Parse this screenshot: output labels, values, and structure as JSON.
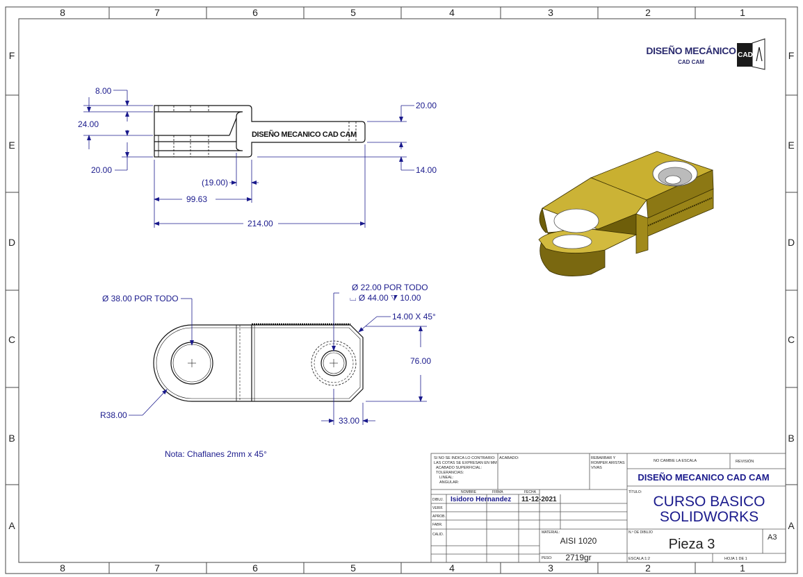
{
  "border": {
    "columns": [
      "8",
      "7",
      "6",
      "5",
      "4",
      "3",
      "2",
      "1"
    ],
    "rows": [
      "F",
      "E",
      "D",
      "C",
      "B",
      "A"
    ]
  },
  "logo": {
    "title": "DISEÑO MECÁNICO",
    "subtitle": "CAD CAM",
    "badge": "CAD"
  },
  "engraving": "DISEÑO MECANICO CAD CAM",
  "front_view": {
    "dim_8": "8.00",
    "dim_24": "24.00",
    "dim_20_left": "20.00",
    "dim_20_right": "20.00",
    "dim_14": "14.00",
    "dim_19": "(19.00)",
    "dim_9963": "99.63",
    "dim_214": "214.00"
  },
  "top_view": {
    "hole_large": "Ø 38.00 POR TODO",
    "hole_small": "Ø 22.00 POR TODO",
    "counterbore": "⌴ Ø 44.00 ⧩ 10.00",
    "chamfer": "14.00 X 45°",
    "dim_76": "76.00",
    "radius": "R38.00",
    "dim_33": "33.00"
  },
  "note": "Nota: Chaflanes 2mm x 45°",
  "title_block": {
    "general_note_lines": [
      "SI NO SE INDICA LO CONTRARIO:",
      "LAS COTAS SE EXPRESAN EN MM",
      "ACABADO SUPERFICIAL:",
      "TOLERANCIAS:",
      "LINEAL:",
      "ANGULAR:"
    ],
    "acabado_label": "ACABADO:",
    "rebarbar_lines": [
      "REBARBAR Y",
      "ROMPER ARISTAS",
      "VIVAS"
    ],
    "no_scale": "NO CAMBIE LA ESCALA",
    "revision": "REVISIÓN",
    "company": "DISEÑO MECANICO CAD CAM",
    "col_nombre": "NOMBRE",
    "col_firma": "FIRMA",
    "col_fecha": "FECHA",
    "row_dibuj": "DIBUJ.",
    "row_verif": "VERIF.",
    "row_aprob": "APROB.",
    "row_fabr": "FABR.",
    "row_calid": "CALID.",
    "drawer": "Isidoro Hernandez",
    "date": "11-12-2021",
    "titulo_label": "TÍTULO:",
    "title_line1": "CURSO BASICO",
    "title_line2": "SOLIDWORKS",
    "material_label": "MATERIAL:",
    "material": "AISI 1020",
    "drawing_no_label": "N.º DE DIBUJO",
    "drawing_no": "Pieza 3",
    "size": "A3",
    "peso_label": "PESO:",
    "peso": "2719gr",
    "escala": "ESCALA:1:2",
    "hoja": "HOJA 1 DE 1"
  },
  "colors": {
    "dimension": "#1a1a8c",
    "part_fill": "#b8a020",
    "part_shadow": "#7a6810",
    "part_light": "#d9c24a"
  }
}
